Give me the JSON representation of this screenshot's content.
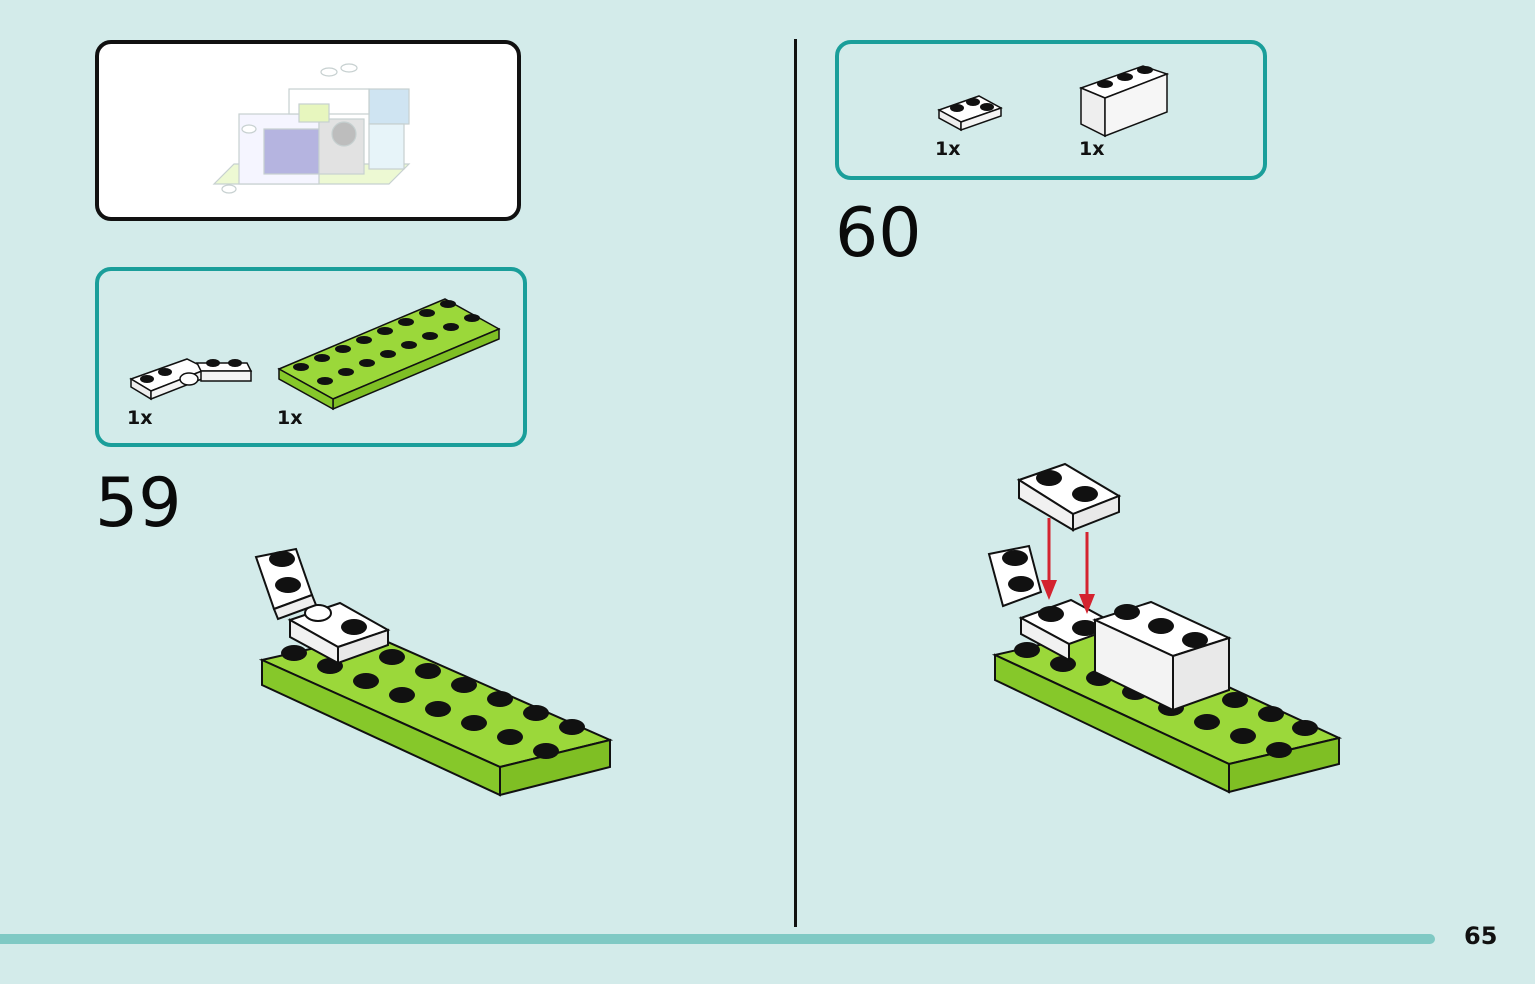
{
  "left_page": {
    "parts": [
      {
        "qty": "1x",
        "icon": "white-hinge-plate-icon"
      },
      {
        "qty": "1x",
        "icon": "lime-2x8-plate-icon"
      }
    ],
    "step_number": "59"
  },
  "right_page": {
    "parts": [
      {
        "qty": "1x",
        "icon": "white-1x2-plate-icon"
      },
      {
        "qty": "1x",
        "icon": "white-1x3-brick-icon"
      }
    ],
    "step_number": "60"
  },
  "footer": {
    "page_number": "65"
  },
  "colors": {
    "background": "#d3ebea",
    "frame_teal": "#1a9e9a",
    "lime": "#9bd83a",
    "arrow_red": "#d4232f",
    "footer_bar": "#7fc9c4"
  }
}
